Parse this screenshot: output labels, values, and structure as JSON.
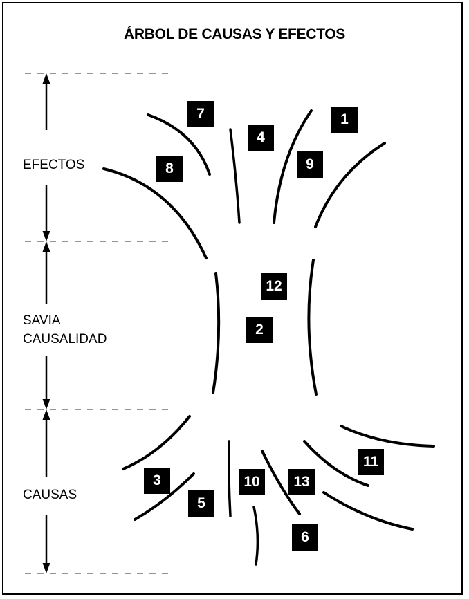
{
  "title": "ÁRBOL DE CAUSAS Y EFECTOS",
  "sections": {
    "efectos": "EFECTOS",
    "savia": [
      "SAVIA",
      "CAUSALIDAD"
    ],
    "causas": "CAUSAS"
  },
  "numbers": [
    "1",
    "2",
    "3",
    "4",
    "5",
    "6",
    "7",
    "8",
    "9",
    "10",
    "11",
    "12",
    "13"
  ],
  "colors": {
    "ink": "#000000",
    "background": "#ffffff"
  }
}
